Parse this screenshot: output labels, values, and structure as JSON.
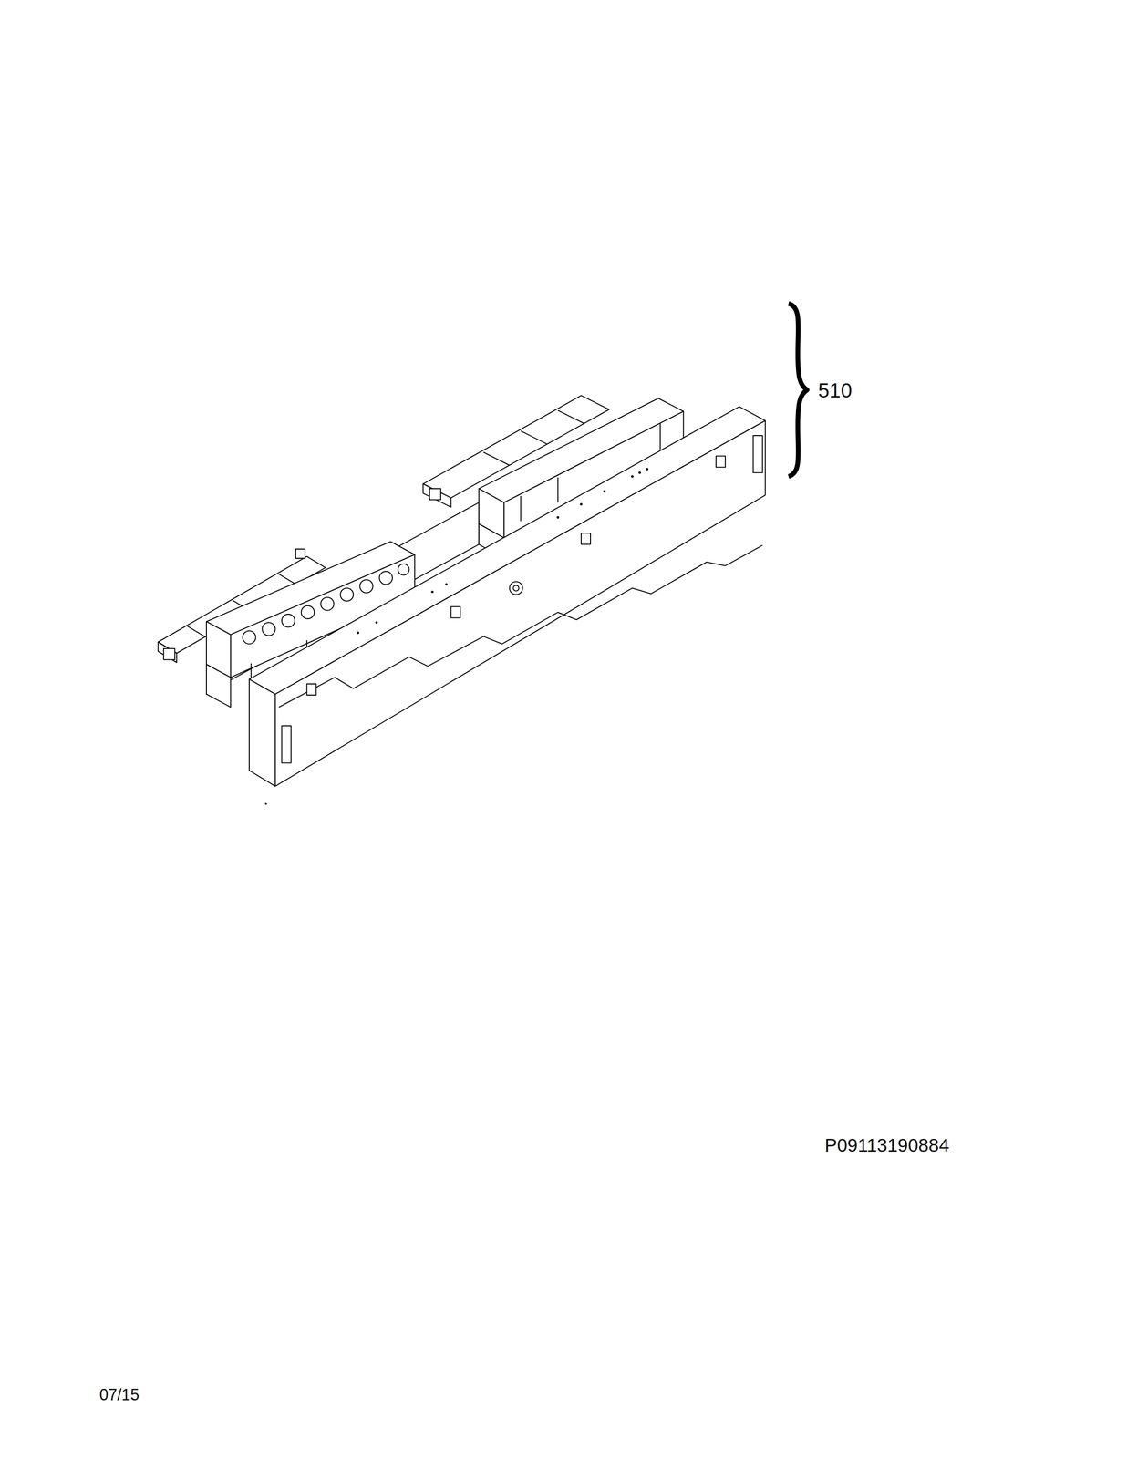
{
  "diagram": {
    "labels": [
      "510",
      "P09113190884",
      "07/15"
    ]
  }
}
